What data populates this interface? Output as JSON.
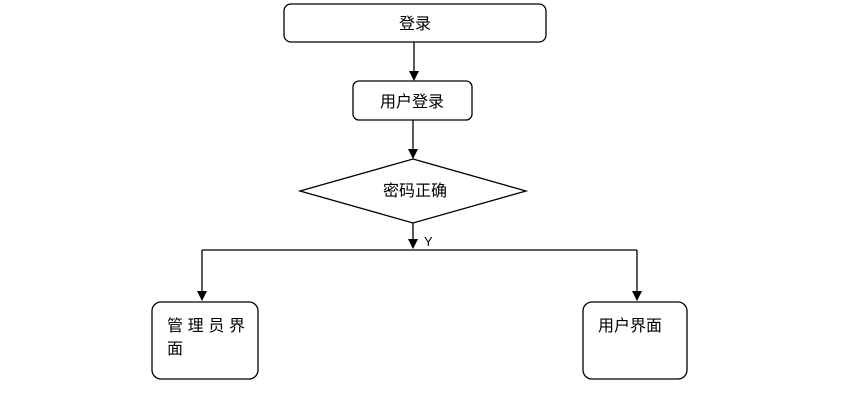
{
  "diagram": {
    "nodes": {
      "login": {
        "label": "登录"
      },
      "user_login": {
        "label": "用户登录"
      },
      "password_check": {
        "label": "密码正确"
      },
      "admin_ui": {
        "label_line1": "管理员界",
        "label_line2": "面"
      },
      "user_ui": {
        "label": "用户界面"
      }
    },
    "edges": {
      "yes_label": "Y"
    },
    "colors": {
      "stroke": "#000000",
      "fill": "#ffffff",
      "text": "#000000"
    }
  }
}
